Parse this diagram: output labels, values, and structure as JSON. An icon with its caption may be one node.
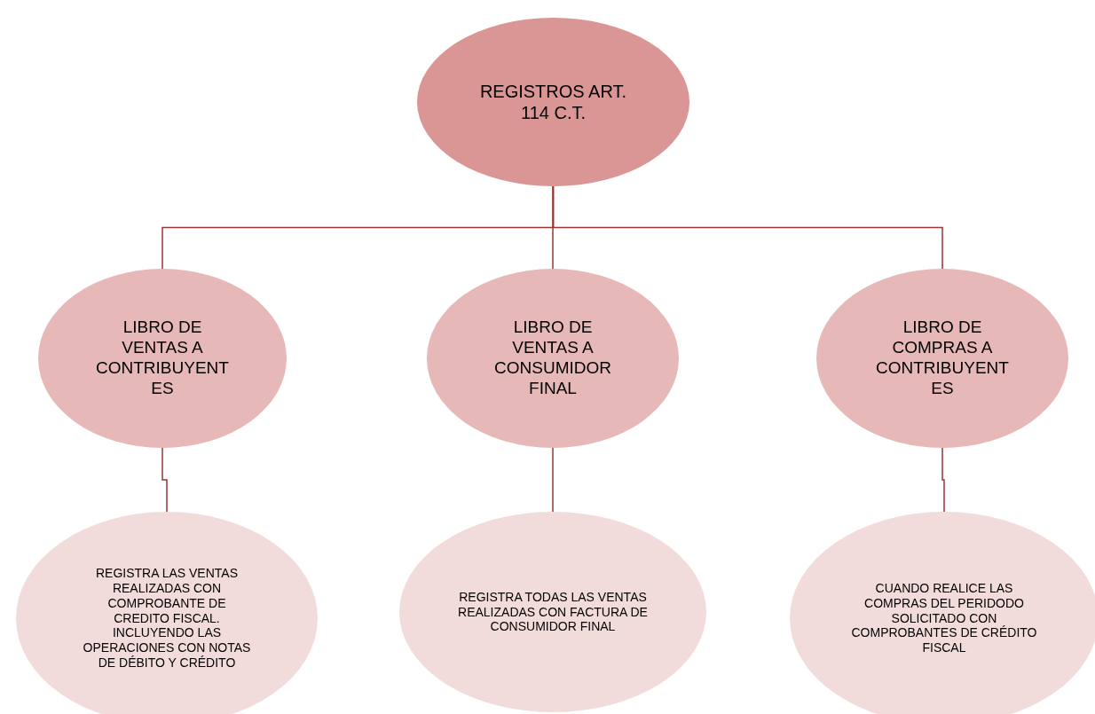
{
  "diagram": {
    "nodes": [
      {
        "text": [
          "REGISTROS ART. 114 C.T."
        ]
      },
      {
        "text": [
          "LIBRO DE VENTAS A CONTRIBUYENTES"
        ]
      },
      {
        "text": [
          "LIBRO DE VENTAS A CONSUMIDOR FINAL"
        ]
      },
      {
        "text": [
          "LIBRO DE COMPRAS A CONTRIBUYENTES"
        ]
      },
      {
        "text": [
          "REGISTRA LAS VENTAS REALIZADAS CON COMPROBANTE DE CREDITO FISCAL. INCLUYENDO LAS OPERACIONES CON NOTAS DE DÉBITO Y CRÉDITO"
        ]
      },
      {
        "text": [
          "REGISTRA TODAS LAS VENTAS REALIZADAS CON FACTURA DE CONSUMIDOR FINAL"
        ]
      },
      {
        "text": [
          "CUANDO REALICE LAS COMPRAS DEL PERIDODO SOLICITADO CON COMPROBANTES DE CRÉDITO FISCAL"
        ]
      }
    ],
    "edges": [
      {
        "from": 0,
        "to": 1,
        "arrow": "none"
      },
      {
        "from": 0,
        "to": 2,
        "arrow": "none"
      },
      {
        "from": 0,
        "to": 3,
        "arrow": "none"
      },
      {
        "from": 1,
        "to": 4,
        "arrow": "none"
      },
      {
        "from": 2,
        "to": 5,
        "arrow": "none"
      },
      {
        "from": 3,
        "to": 6,
        "arrow": "none"
      }
    ]
  }
}
